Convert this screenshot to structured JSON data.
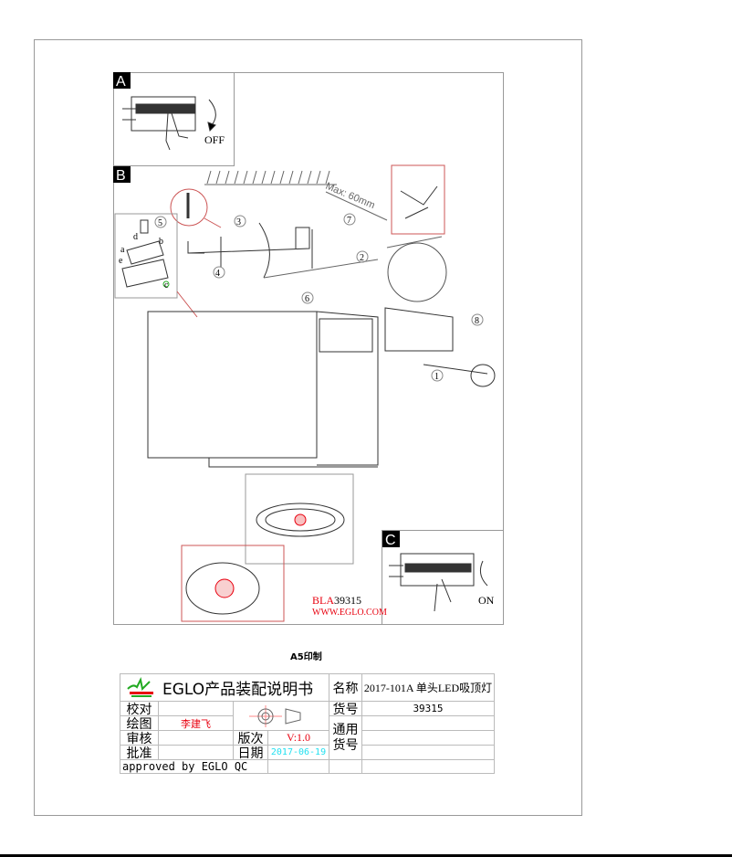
{
  "diagram": {
    "panel_a": {
      "label": "A",
      "switch_text": "OFF"
    },
    "panel_b": {
      "label": "B",
      "dimension": "Max: 60mm",
      "steps": [
        "1",
        "2",
        "3",
        "4",
        "5",
        "6",
        "7",
        "8"
      ],
      "parts": [
        "a",
        "b",
        "c",
        "d",
        "e"
      ]
    },
    "panel_c": {
      "label": "C",
      "switch_text": "ON"
    },
    "model_prefix": "BLA",
    "model_number": "39315",
    "website": "WWW.EGLO.COM"
  },
  "print_label": "A5印制",
  "title_block": {
    "title": "EGLO产品装配说明书",
    "name_label": "名称",
    "name_value": "2017-101A 单头LED吸顶灯",
    "item_no_label": "货号",
    "item_no_value": "39315",
    "proofread_label": "校对",
    "drawing_label": "绘图",
    "drawing_value": "李建飞",
    "review_label": "审核",
    "approve_label": "批准",
    "version_label": "版次",
    "version_value": "V:1.0",
    "date_label": "日期",
    "date_value": "2017-06-19",
    "generic_item_label": "通用货号",
    "approved_text": "approved by EGLO QC"
  },
  "colors": {
    "red": "#e8000f",
    "cyan": "#22e0f0",
    "frame": "#999999",
    "logo_green": "#22aa22"
  }
}
